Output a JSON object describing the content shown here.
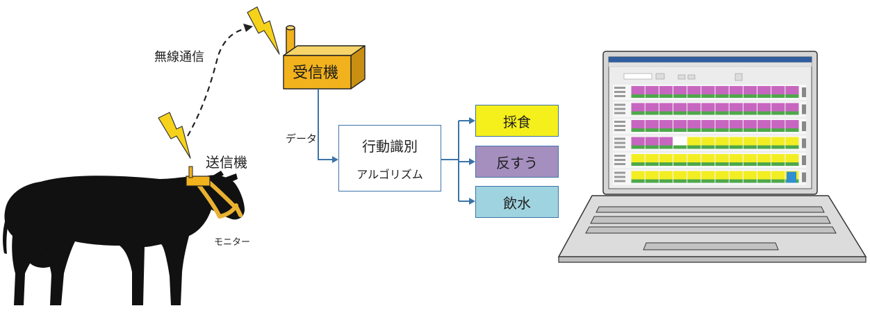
{
  "diagram": {
    "wireless_label": "無線通信",
    "receiver_label": "受信機",
    "transmitter_label": "送信機",
    "monitor_label": "モニター",
    "data_label": "データ",
    "algorithm": {
      "title": "行動識別",
      "subtitle": "アルゴリズム"
    },
    "outputs": [
      {
        "label": "採食",
        "color": "#f5ef1c"
      },
      {
        "label": "反すう",
        "color": "#a58fbf"
      },
      {
        "label": "飲水",
        "color": "#9fd3e0"
      }
    ]
  },
  "colors": {
    "receiver": "#f2b21d",
    "lightning": "#f6d21a",
    "cow": "#111111",
    "halter": "#e9b130",
    "arrow": "#3c73a8",
    "laptop_body": "#dcdcdc",
    "screen_feeding": "#c766c0",
    "screen_rumination": "#4da84a",
    "screen_resting": "#f3ee24"
  }
}
